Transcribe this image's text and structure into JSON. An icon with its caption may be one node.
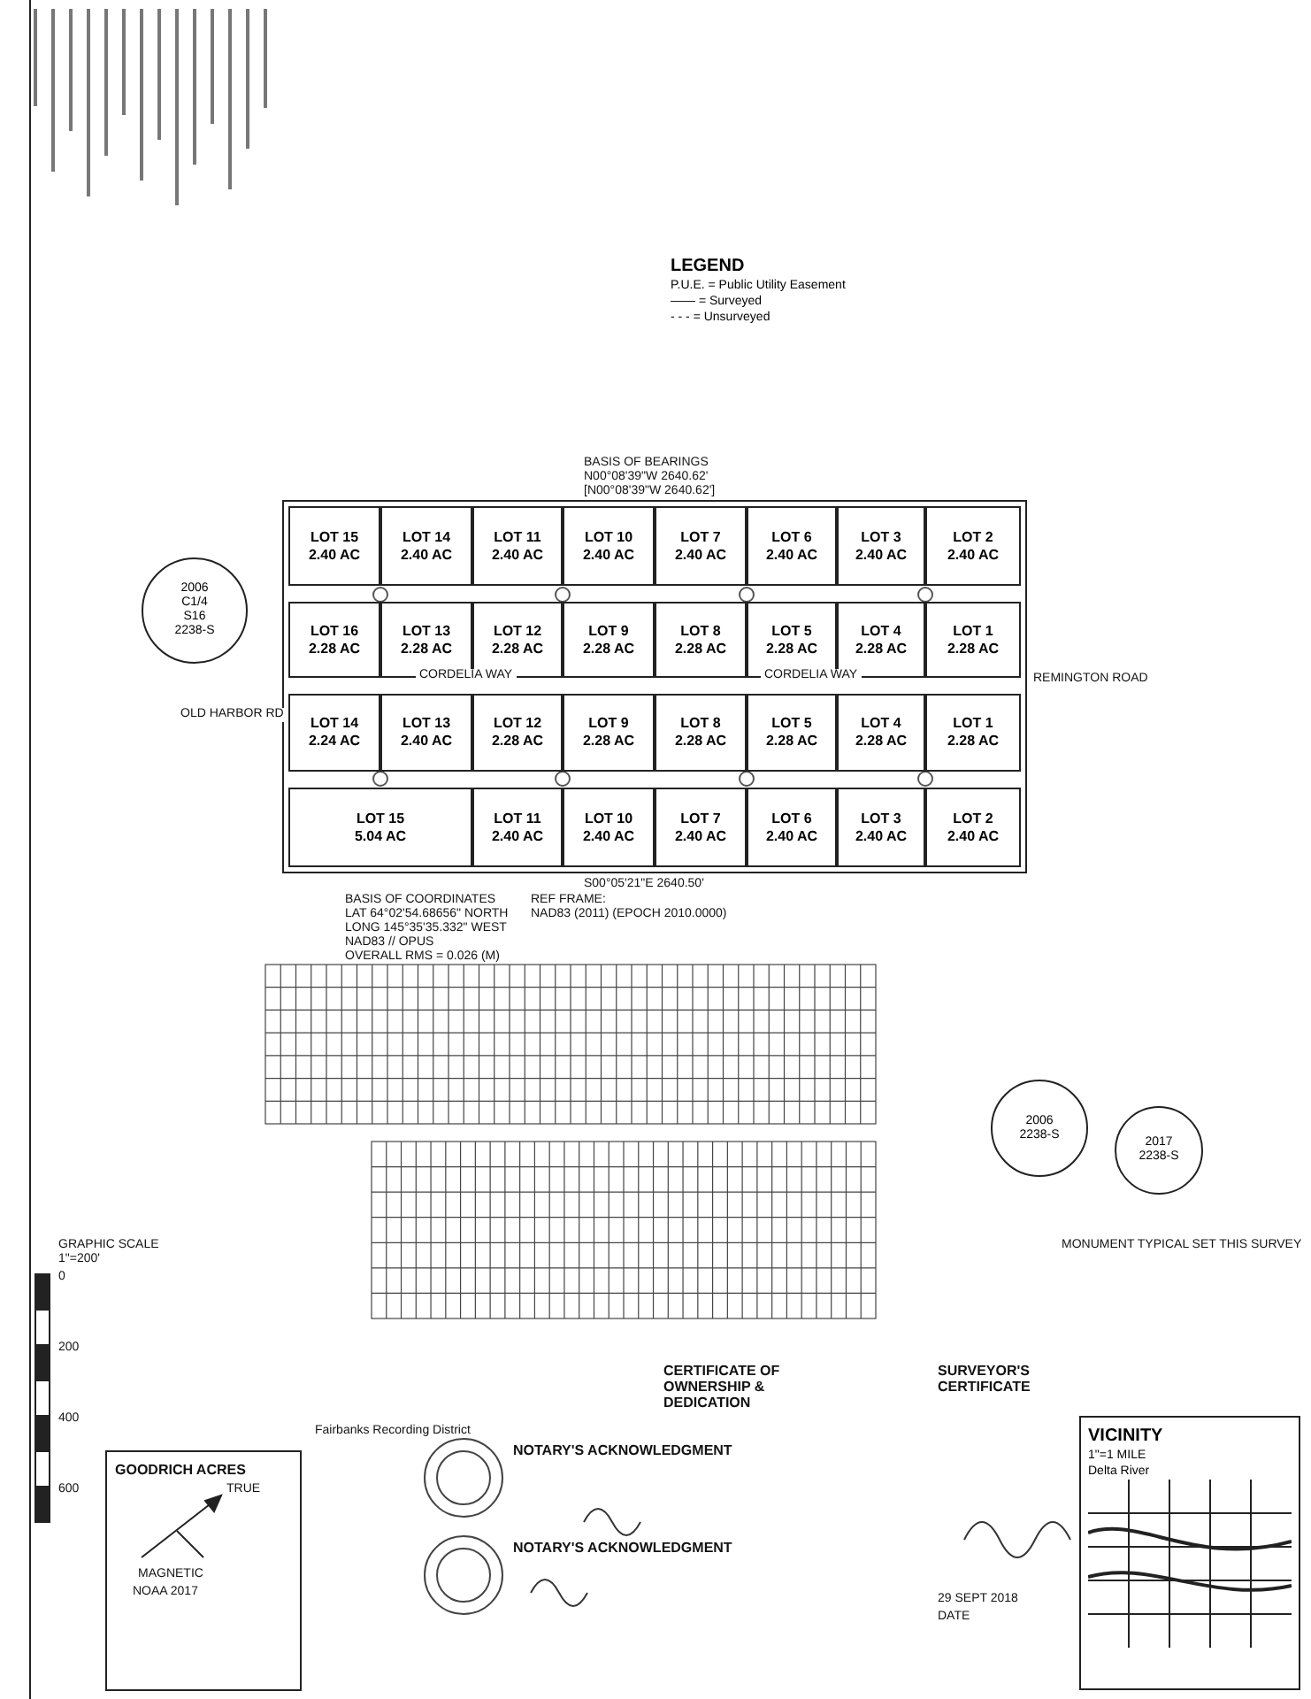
{
  "diagram": {
    "nodes": [
      {
        "text": [
          "LOT 15",
          "2.40 AC"
        ]
      },
      {
        "text": [
          "LOT 14",
          "2.40 AC"
        ]
      },
      {
        "text": [
          "LOT 11",
          "2.40 AC"
        ]
      },
      {
        "text": [
          "LOT 10",
          "2.40 AC"
        ]
      },
      {
        "text": [
          "LOT 7",
          "2.40 AC"
        ]
      },
      {
        "text": [
          "LOT 6",
          "2.40 AC"
        ]
      },
      {
        "text": [
          "LOT 3",
          "2.40 AC"
        ]
      },
      {
        "text": [
          "LOT 2",
          "2.40 AC"
        ]
      },
      {
        "text": [
          "LOT 16",
          "2.28 AC"
        ]
      },
      {
        "text": [
          "LOT 13",
          "2.28 AC"
        ]
      },
      {
        "text": [
          "LOT 12",
          "2.28 AC"
        ]
      },
      {
        "text": [
          "LOT 9",
          "2.28 AC"
        ]
      },
      {
        "text": [
          "LOT 8",
          "2.28 AC"
        ]
      },
      {
        "text": [
          "LOT 5",
          "2.28 AC"
        ]
      },
      {
        "text": [
          "LOT 4",
          "2.28 AC"
        ]
      },
      {
        "text": [
          "LOT 1",
          "2.28 AC"
        ]
      },
      {
        "text": [
          "LOT 14",
          "2.24 AC"
        ]
      },
      {
        "text": [
          "LOT 13",
          "2.40 AC"
        ]
      },
      {
        "text": [
          "LOT 12",
          "2.28 AC"
        ]
      },
      {
        "text": [
          "LOT 9",
          "2.28 AC"
        ]
      },
      {
        "text": [
          "LOT 8",
          "2.28 AC"
        ]
      },
      {
        "text": [
          "LOT 5",
          "2.28 AC"
        ]
      },
      {
        "text": [
          "LOT 4",
          "2.28 AC"
        ]
      },
      {
        "text": [
          "LOT 1",
          "2.28 AC"
        ]
      },
      {
        "text": [
          "LOT 15",
          "5.04 AC"
        ]
      },
      {
        "text": [
          "LOT 11",
          "2.40 AC"
        ]
      },
      {
        "text": [
          "LOT 10",
          "2.40 AC"
        ]
      },
      {
        "text": [
          "LOT 7",
          "2.40 AC"
        ]
      },
      {
        "text": [
          "LOT 6",
          "2.40 AC"
        ]
      },
      {
        "text": [
          "LOT 3",
          "2.40 AC"
        ]
      },
      {
        "text": [
          "LOT 2",
          "2.40 AC"
        ]
      },
      {
        "text": [
          "2006",
          "C1/4",
          "S16",
          "2238-S"
        ]
      },
      {
        "text": [
          "2006",
          "2238-S"
        ]
      },
      {
        "text": [
          "2017",
          "2238-S"
        ]
      },
      {
        "text": [
          "LEGEND",
          "P.U.E. = Public Utility Easement",
          "—— = Surveyed",
          "- - - = Unsurveyed"
        ]
      },
      {
        "text": [
          "VICINITY",
          "1\"=1 MILE",
          "Delta River"
        ]
      }
    ],
    "labels": [
      "BASIS OF BEARINGS",
      "N00°08'39\"W 2640.62'",
      "[N00°08'39\"W 2640.62']",
      "REMINGTON ROAD",
      "OLD HARBOR RD",
      "CORDELIA WAY",
      "CORDELIA WAY",
      "S00°05'21\"E 2640.50'",
      "BASIS OF COORDINATES",
      "LAT 64°02'54.68656\" NORTH",
      "LONG 145°35'35.332\" WEST",
      "NAD83 // OPUS",
      "OVERALL RMS = 0.026 (M)",
      "REF FRAME:",
      "NAD83 (2011) (EPOCH 2010.0000)",
      "MONUMENT TYPICAL SET THIS SURVEY",
      "CERTIFICATE OF OWNERSHIP & DEDICATION",
      "SURVEYOR'S CERTIFICATE",
      "29 SEPT 2018",
      "DATE",
      "NOTARY'S ACKNOWLEDGMENT",
      "NOTARY'S ACKNOWLEDGMENT",
      "Fairbanks Recording District",
      "GOODRICH ACRES",
      "TRUE",
      "MAGNETIC",
      "NOAA 2017",
      "GRAPHIC SCALE",
      "1\"=200'",
      "0",
      "200",
      "400",
      "600"
    ]
  }
}
